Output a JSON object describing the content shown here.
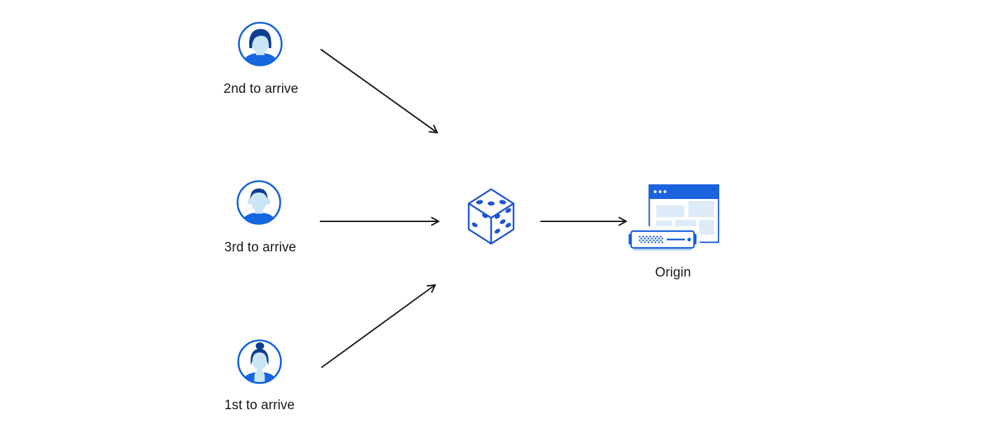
{
  "diagram": {
    "title": "random request steering to origin",
    "background": "#ffffff",
    "clients": [
      {
        "label": "2nd to arrive",
        "avatar_icon": "person-male-swept-hair-icon"
      },
      {
        "label": "3rd to arrive",
        "avatar_icon": "person-male-short-hair-icon"
      },
      {
        "label": "1st to arrive",
        "avatar_icon": "person-female-bun-icon"
      }
    ],
    "randomizer": {
      "icon": "dice-icon",
      "dice_faces": {
        "top_pips": 3,
        "left_pips": 2,
        "right_pips": 5
      }
    },
    "origin": {
      "label": "Origin",
      "icon": "browser-window-and-server-icon"
    },
    "connections": [
      {
        "from": "client-2nd-to-arrive",
        "to": "dice"
      },
      {
        "from": "client-3rd-to-arrive",
        "to": "dice"
      },
      {
        "from": "client-1st-to-arrive",
        "to": "dice"
      },
      {
        "from": "dice",
        "to": "origin"
      }
    ]
  },
  "colors": {
    "avatar_ring_blue": "#1062d9",
    "hair_navy": "#0e3e8f",
    "skin_light_blue": "#c9e5f6",
    "shirt_blue": "#1566df",
    "dice_blue": "#1d53d0",
    "window_bar_blue": "#1b63dc",
    "window_border_blue": "#2f6ede",
    "panel_light_blue": "#ddeaf8",
    "server_blue": "#1560dd",
    "server_base_blue": "#bcd8f2",
    "arrow_black": "#1a1a1a",
    "label_text": "#15171c"
  }
}
